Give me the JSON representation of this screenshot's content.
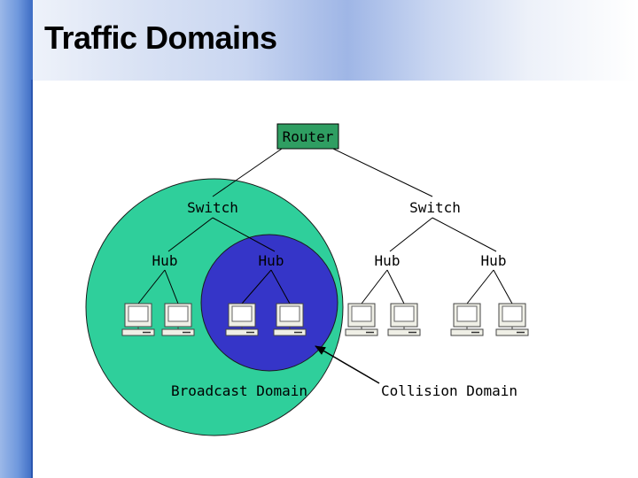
{
  "slide": {
    "title": "Traffic Domains"
  },
  "diagram": {
    "router_label": "Router",
    "switch_labels": [
      "Switch",
      "Switch"
    ],
    "hub_labels": [
      "Hub",
      "Hub",
      "Hub",
      "Hub"
    ],
    "captions": {
      "broadcast": "Broadcast Domain",
      "collision": "Collision Domain"
    },
    "colors": {
      "router_box": "#2f9e62",
      "broadcast_domain": "#2fcf9b",
      "collision_domain": "#3535c8",
      "title_band": "#9fb6e6",
      "left_bar": "#5b86d6"
    },
    "icons": {
      "computer": "desktop-computer-icon",
      "arrow": "arrow-icon"
    }
  }
}
